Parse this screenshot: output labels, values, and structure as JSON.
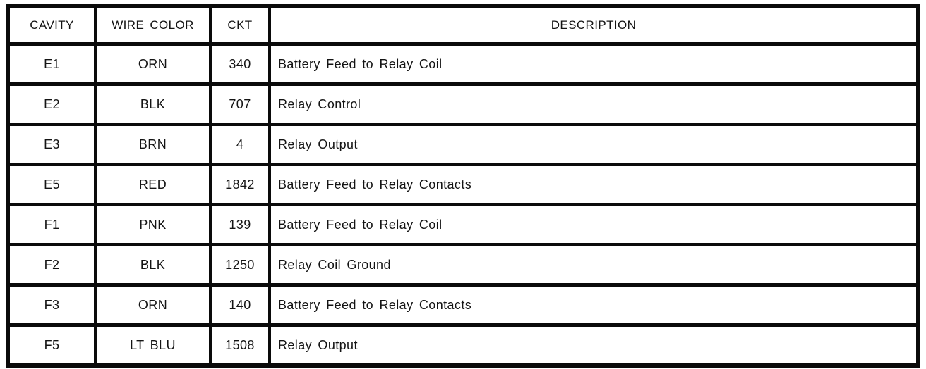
{
  "table": {
    "columns": [
      "CAVITY",
      "WIRE COLOR",
      "CKT",
      "DESCRIPTION"
    ],
    "rows": [
      {
        "cavity": "E1",
        "wire_color": "ORN",
        "ckt": "340",
        "description": "Battery Feed to Relay Coil"
      },
      {
        "cavity": "E2",
        "wire_color": "BLK",
        "ckt": "707",
        "description": "Relay Control"
      },
      {
        "cavity": "E3",
        "wire_color": "BRN",
        "ckt": "4",
        "description": "Relay Output"
      },
      {
        "cavity": "E5",
        "wire_color": "RED",
        "ckt": "1842",
        "description": "Battery Feed to Relay Contacts"
      },
      {
        "cavity": "F1",
        "wire_color": "PNK",
        "ckt": "139",
        "description": "Battery Feed to Relay Coil"
      },
      {
        "cavity": "F2",
        "wire_color": "BLK",
        "ckt": "1250",
        "description": "Relay Coil Ground"
      },
      {
        "cavity": "F3",
        "wire_color": "ORN",
        "ckt": "140",
        "description": "Battery Feed to Relay Contacts"
      },
      {
        "cavity": "F5",
        "wire_color": "LT BLU",
        "ckt": "1508",
        "description": "Relay Output"
      }
    ],
    "colors": {
      "border": "#0a0a0a",
      "text": "#141414",
      "background": "#ffffff"
    }
  }
}
